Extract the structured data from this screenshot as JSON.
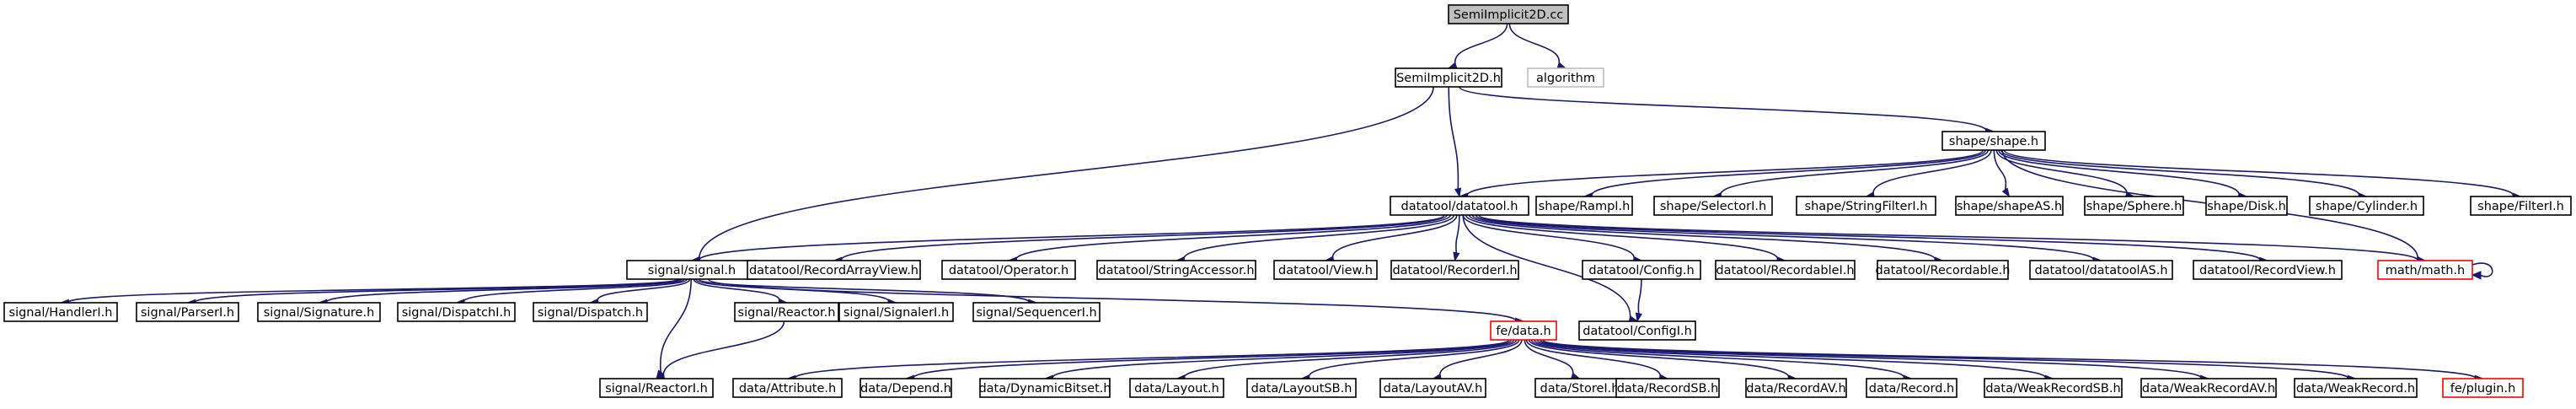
{
  "graph": {
    "edge_color": "#191970",
    "nodes": {
      "n_root": "SemiImplicit2D.cc",
      "n_semih": "SemiImplicit2D.h",
      "n_algo": "algorithm",
      "n_shape": "shape/shape.h",
      "n_datatool": "datatool/datatool.h",
      "n_signal": "signal/signal.h",
      "n_rampi": "shape/RampI.h",
      "n_selectori": "shape/SelectorI.h",
      "n_stringfilteri": "shape/StringFilterI.h",
      "n_shapeas": "shape/shapeAS.h",
      "n_sphere": "shape/Sphere.h",
      "n_disk": "shape/Disk.h",
      "n_cylinder": "shape/Cylinder.h",
      "n_filteri": "shape/FilterI.h",
      "n_recordarrayview": "datatool/RecordArrayView.h",
      "n_operator": "datatool/Operator.h",
      "n_stringaccessor": "datatool/StringAccessor.h",
      "n_view": "datatool/View.h",
      "n_recorderi": "datatool/RecorderI.h",
      "n_config": "datatool/Config.h",
      "n_recordablei": "datatool/RecordableI.h",
      "n_recordable": "datatool/Recordable.h",
      "n_datatoolas": "datatool/datatoolAS.h",
      "n_recordview": "datatool/RecordView.h",
      "n_math": "math/math.h",
      "n_handleri": "signal/HandlerI.h",
      "n_parseri": "signal/ParserI.h",
      "n_signature": "signal/Signature.h",
      "n_dispatchi": "signal/DispatchI.h",
      "n_dispatch": "signal/Dispatch.h",
      "n_reactor": "signal/Reactor.h",
      "n_signaleri": "signal/SignalerI.h",
      "n_sequenceri": "signal/SequencerI.h",
      "n_fedata": "fe/data.h",
      "n_configi": "datatool/ConfigI.h",
      "n_reactori": "signal/ReactorI.h",
      "n_attribute": "data/Attribute.h",
      "n_depend": "data/Depend.h",
      "n_dynbitset": "data/DynamicBitset.h",
      "n_layout": "data/Layout.h",
      "n_layoutsb": "data/LayoutSB.h",
      "n_layoutav": "data/LayoutAV.h",
      "n_storei": "data/StoreI.h",
      "n_recordsb": "data/RecordSB.h",
      "n_recordav": "data/RecordAV.h",
      "n_record": "data/Record.h",
      "n_weakrecordsb": "data/WeakRecordSB.h",
      "n_weakrecordav": "data/WeakRecordAV.h",
      "n_weakrecord": "data/WeakRecord.h",
      "n_feplugin": "fe/plugin.h"
    }
  }
}
